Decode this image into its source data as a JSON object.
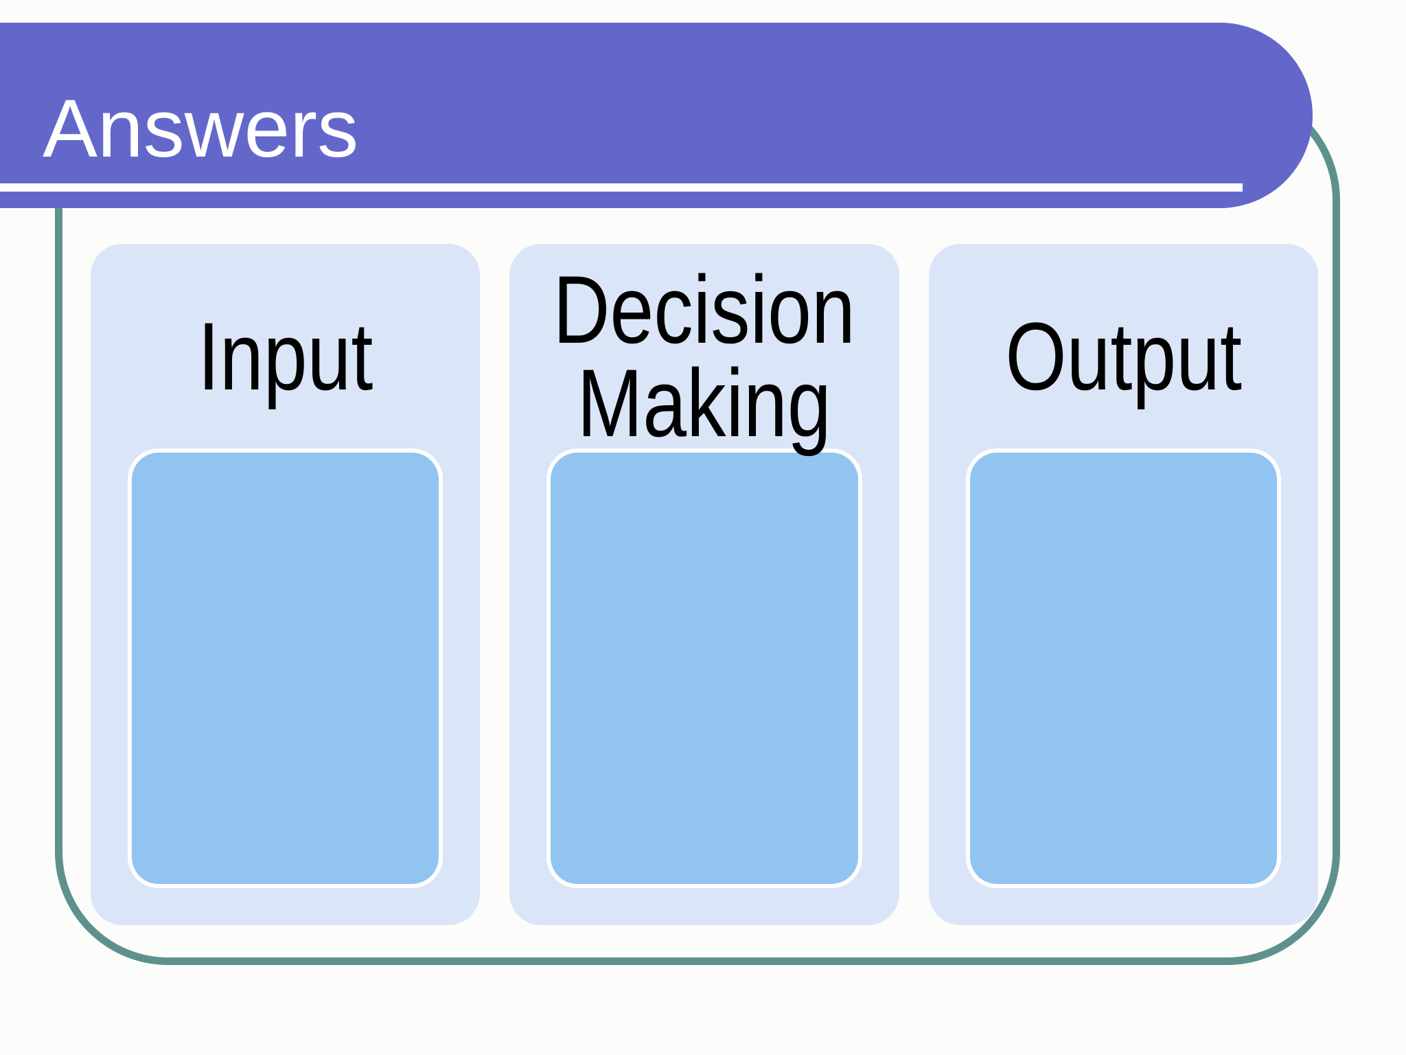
{
  "slide": {
    "title": "Answers",
    "columns": [
      {
        "id": "input",
        "label": "Input"
      },
      {
        "id": "decision-making",
        "label": "Decision Making"
      },
      {
        "id": "output",
        "label": "Output"
      }
    ]
  },
  "colors": {
    "banner_purple": "#6467CA",
    "title_text": "#FFFFFF",
    "underline_white": "#FFFFFF",
    "frame_teal": "#5E918E",
    "column_fill": "#DBE5F8",
    "panel_fill": "#92C4F1",
    "panel_border": "#FFFFFF",
    "label_text": "#000000",
    "background": "#FCFDFB"
  }
}
